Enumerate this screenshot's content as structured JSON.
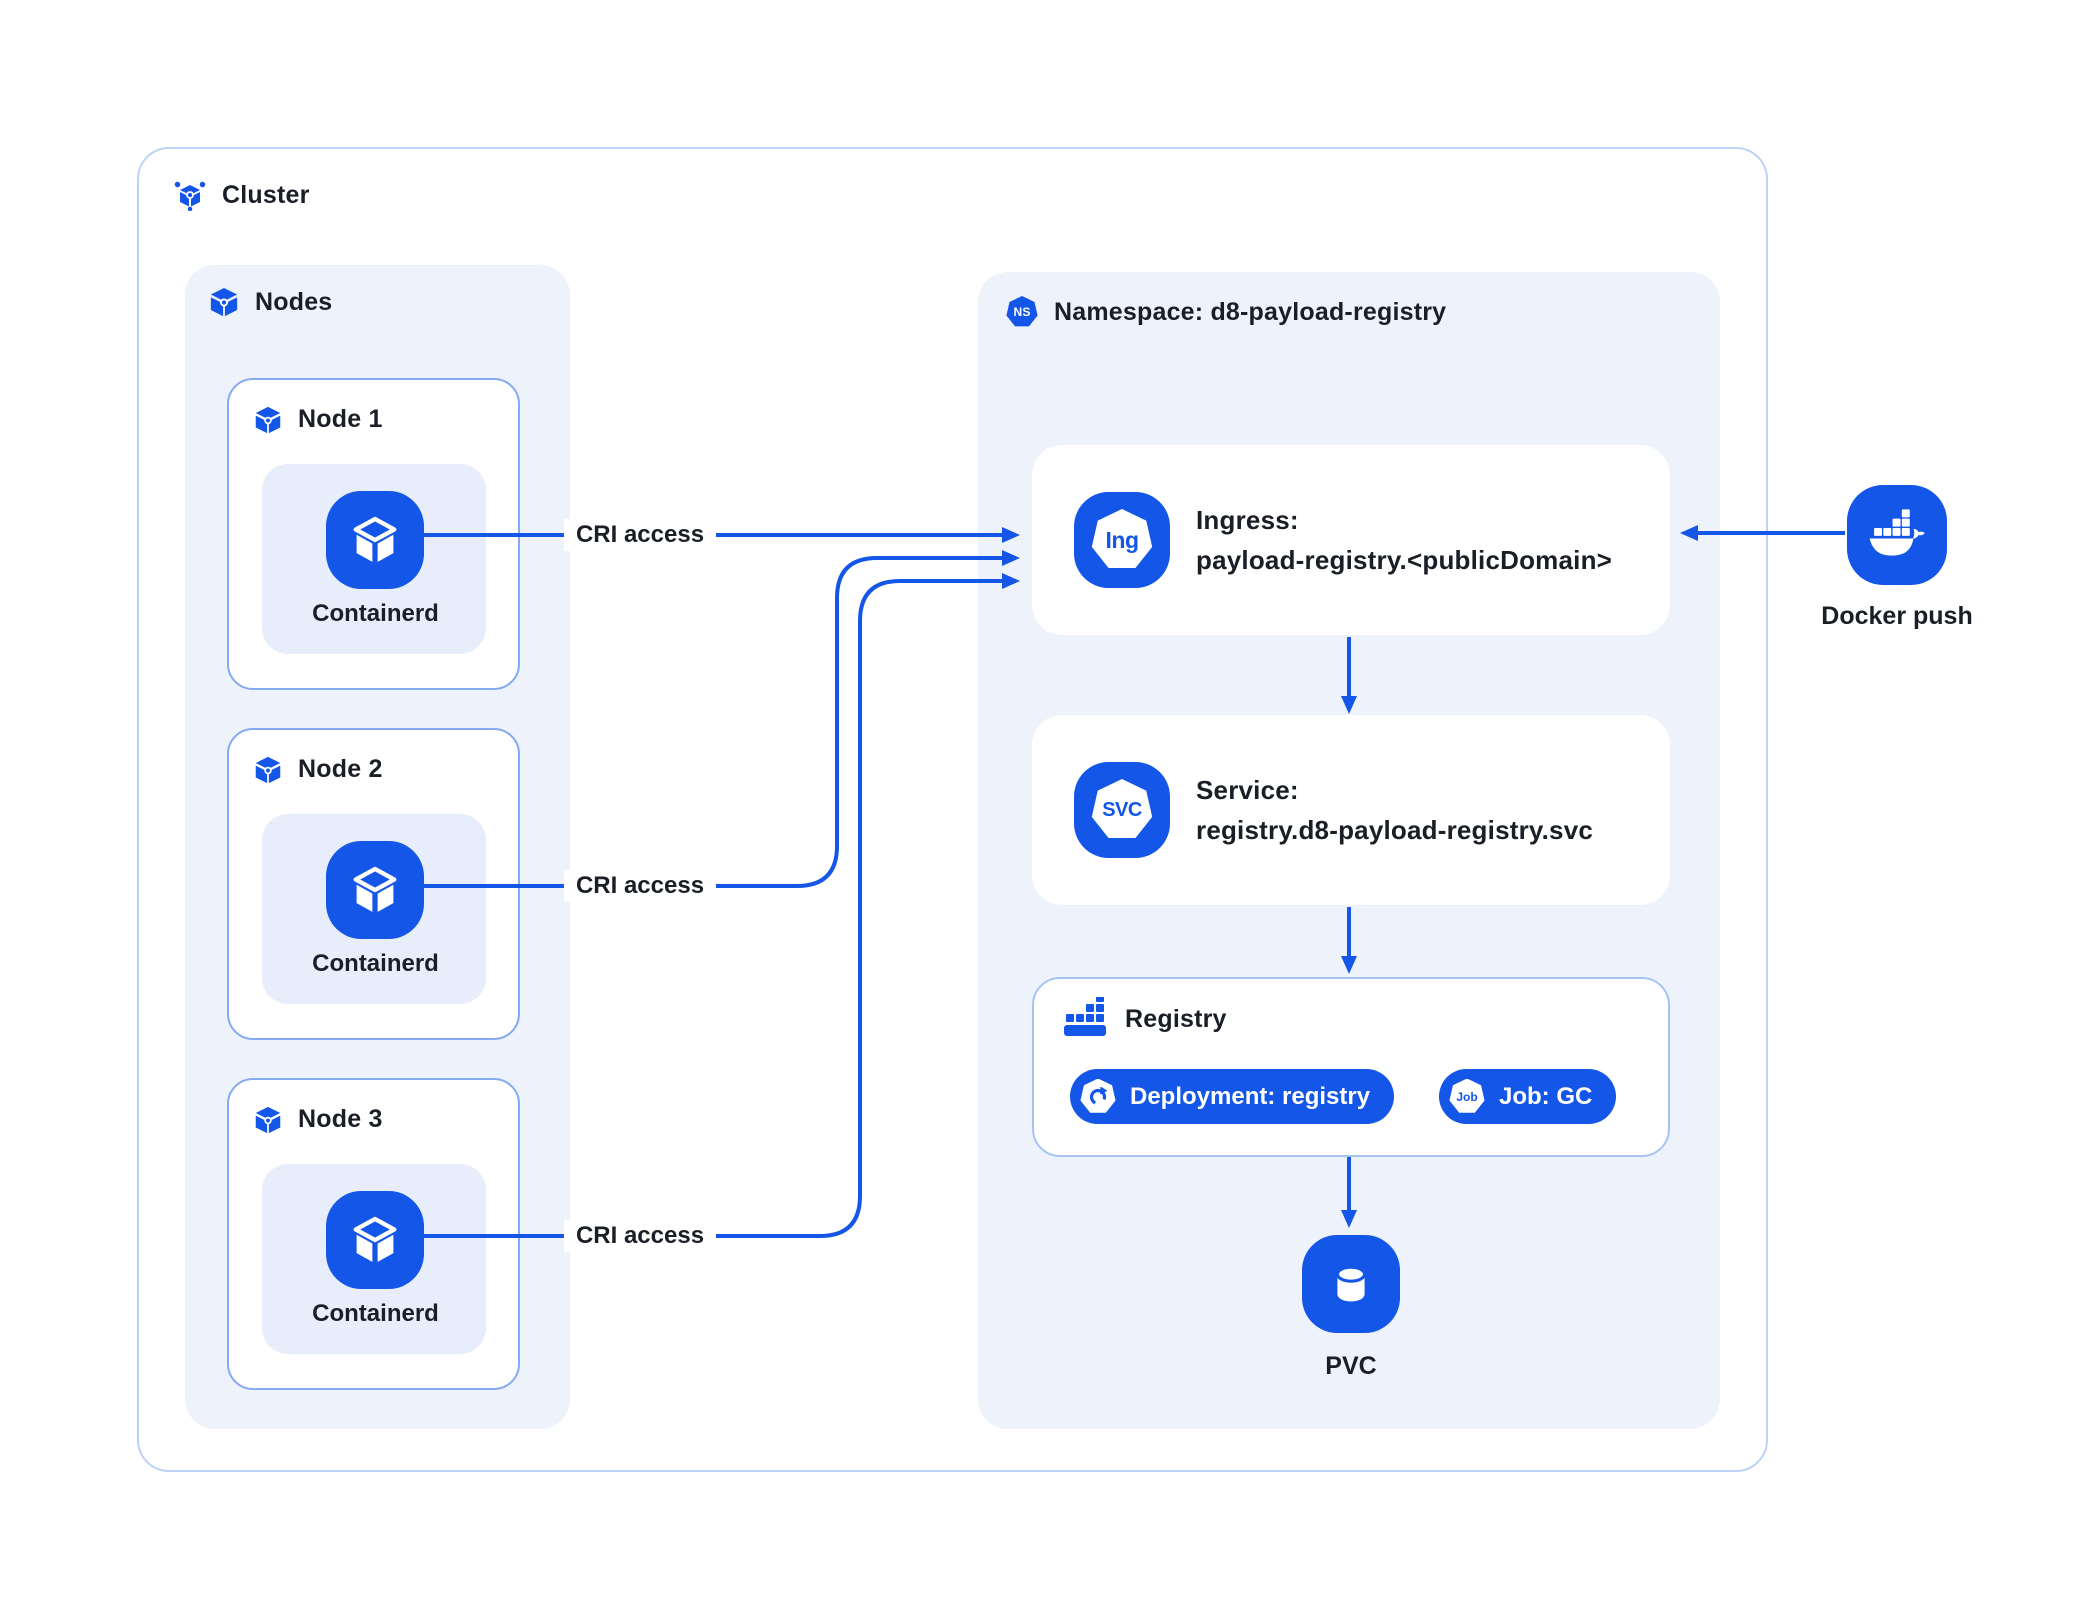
{
  "cluster": {
    "label": "Cluster"
  },
  "nodes": {
    "title": "Nodes",
    "items": [
      {
        "label": "Node 1",
        "runtime": "Containerd"
      },
      {
        "label": "Node 2",
        "runtime": "Containerd"
      },
      {
        "label": "Node 3",
        "runtime": "Containerd"
      }
    ]
  },
  "namespace": {
    "title": "Namespace: d8-payload-registry",
    "badge": "NS",
    "ingress": {
      "badge": "Ing",
      "line1": "Ingress:",
      "line2": "payload-registry.<publicDomain>"
    },
    "service": {
      "badge": "SVC",
      "line1": "Service:",
      "line2": "registry.d8-payload-registry.svc"
    },
    "registry": {
      "title": "Registry",
      "deployment_label": "Deployment: registry",
      "job_badge": "Job",
      "job_label": "Job: GC"
    },
    "pvc_label": "PVC"
  },
  "external": {
    "docker_label": "Docker push"
  },
  "edges": {
    "cri_labels": [
      "CRI access",
      "CRI access",
      "CRI access"
    ]
  },
  "colors": {
    "accent": "#1456E8",
    "panel_bg": "#EDF2FB",
    "inner_bg": "#E7EDFA",
    "cluster_border": "#BCD3F8",
    "card_border": "#85AAF2",
    "registry_border": "#A6C4F2",
    "text": "#1A1E26"
  }
}
